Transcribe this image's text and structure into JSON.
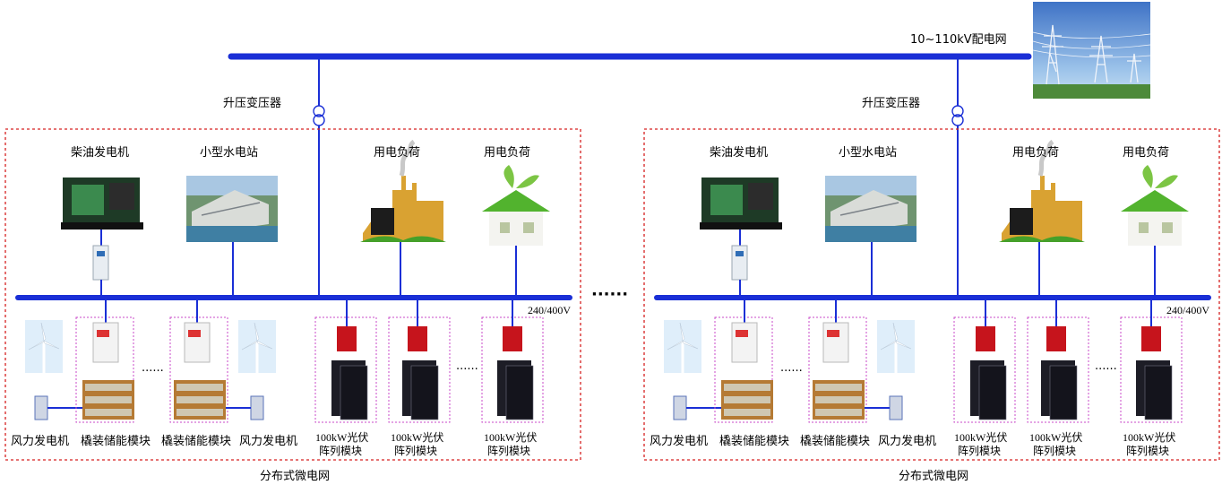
{
  "grid": {
    "label": "10~110kV配电网"
  },
  "transformer_label": "升压变压器",
  "ellipsis_between": "······",
  "microgrids": [
    {
      "title": "分布式微电网",
      "voltage": "240/400V",
      "top_labels": {
        "diesel": "柴油发电机",
        "hydro": "小型水电站",
        "load1": "用电负荷",
        "load2": "用电负荷"
      },
      "bottom_labels": {
        "wind1": "风力发电机",
        "storage1": "橇装储能模块",
        "storage2": "橇装储能模块",
        "wind2": "风力发电机",
        "pv1": "100kW光伏阵列模块",
        "pv2": "100kW光伏阵列模块",
        "pv3": "100kW光伏阵列模块"
      },
      "pv_lines": {
        "pv1": [
          "100kW光伏",
          "阵列模块"
        ],
        "pv2": [
          "100kW光伏",
          "阵列模块"
        ],
        "pv3": [
          "100kW光伏",
          "阵列模块"
        ]
      },
      "dots": "······"
    },
    {
      "title": "分布式微电网",
      "voltage": "240/400V",
      "top_labels": {
        "diesel": "柴油发电机",
        "hydro": "小型水电站",
        "load1": "用电负荷",
        "load2": "用电负荷"
      },
      "bottom_labels": {
        "wind1": "风力发电机",
        "storage1": "橇装储能模块",
        "storage2": "橇装储能模块",
        "wind2": "风力发电机",
        "pv1": "100kW光伏阵列模块",
        "pv2": "100kW光伏阵列模块",
        "pv3": "100kW光伏阵列模块"
      },
      "pv_lines": {
        "pv1": [
          "100kW光伏",
          "阵列模块"
        ],
        "pv2": [
          "100kW光伏",
          "阵列模块"
        ],
        "pv3": [
          "100kW光伏",
          "阵列模块"
        ]
      },
      "dots": "······"
    }
  ]
}
